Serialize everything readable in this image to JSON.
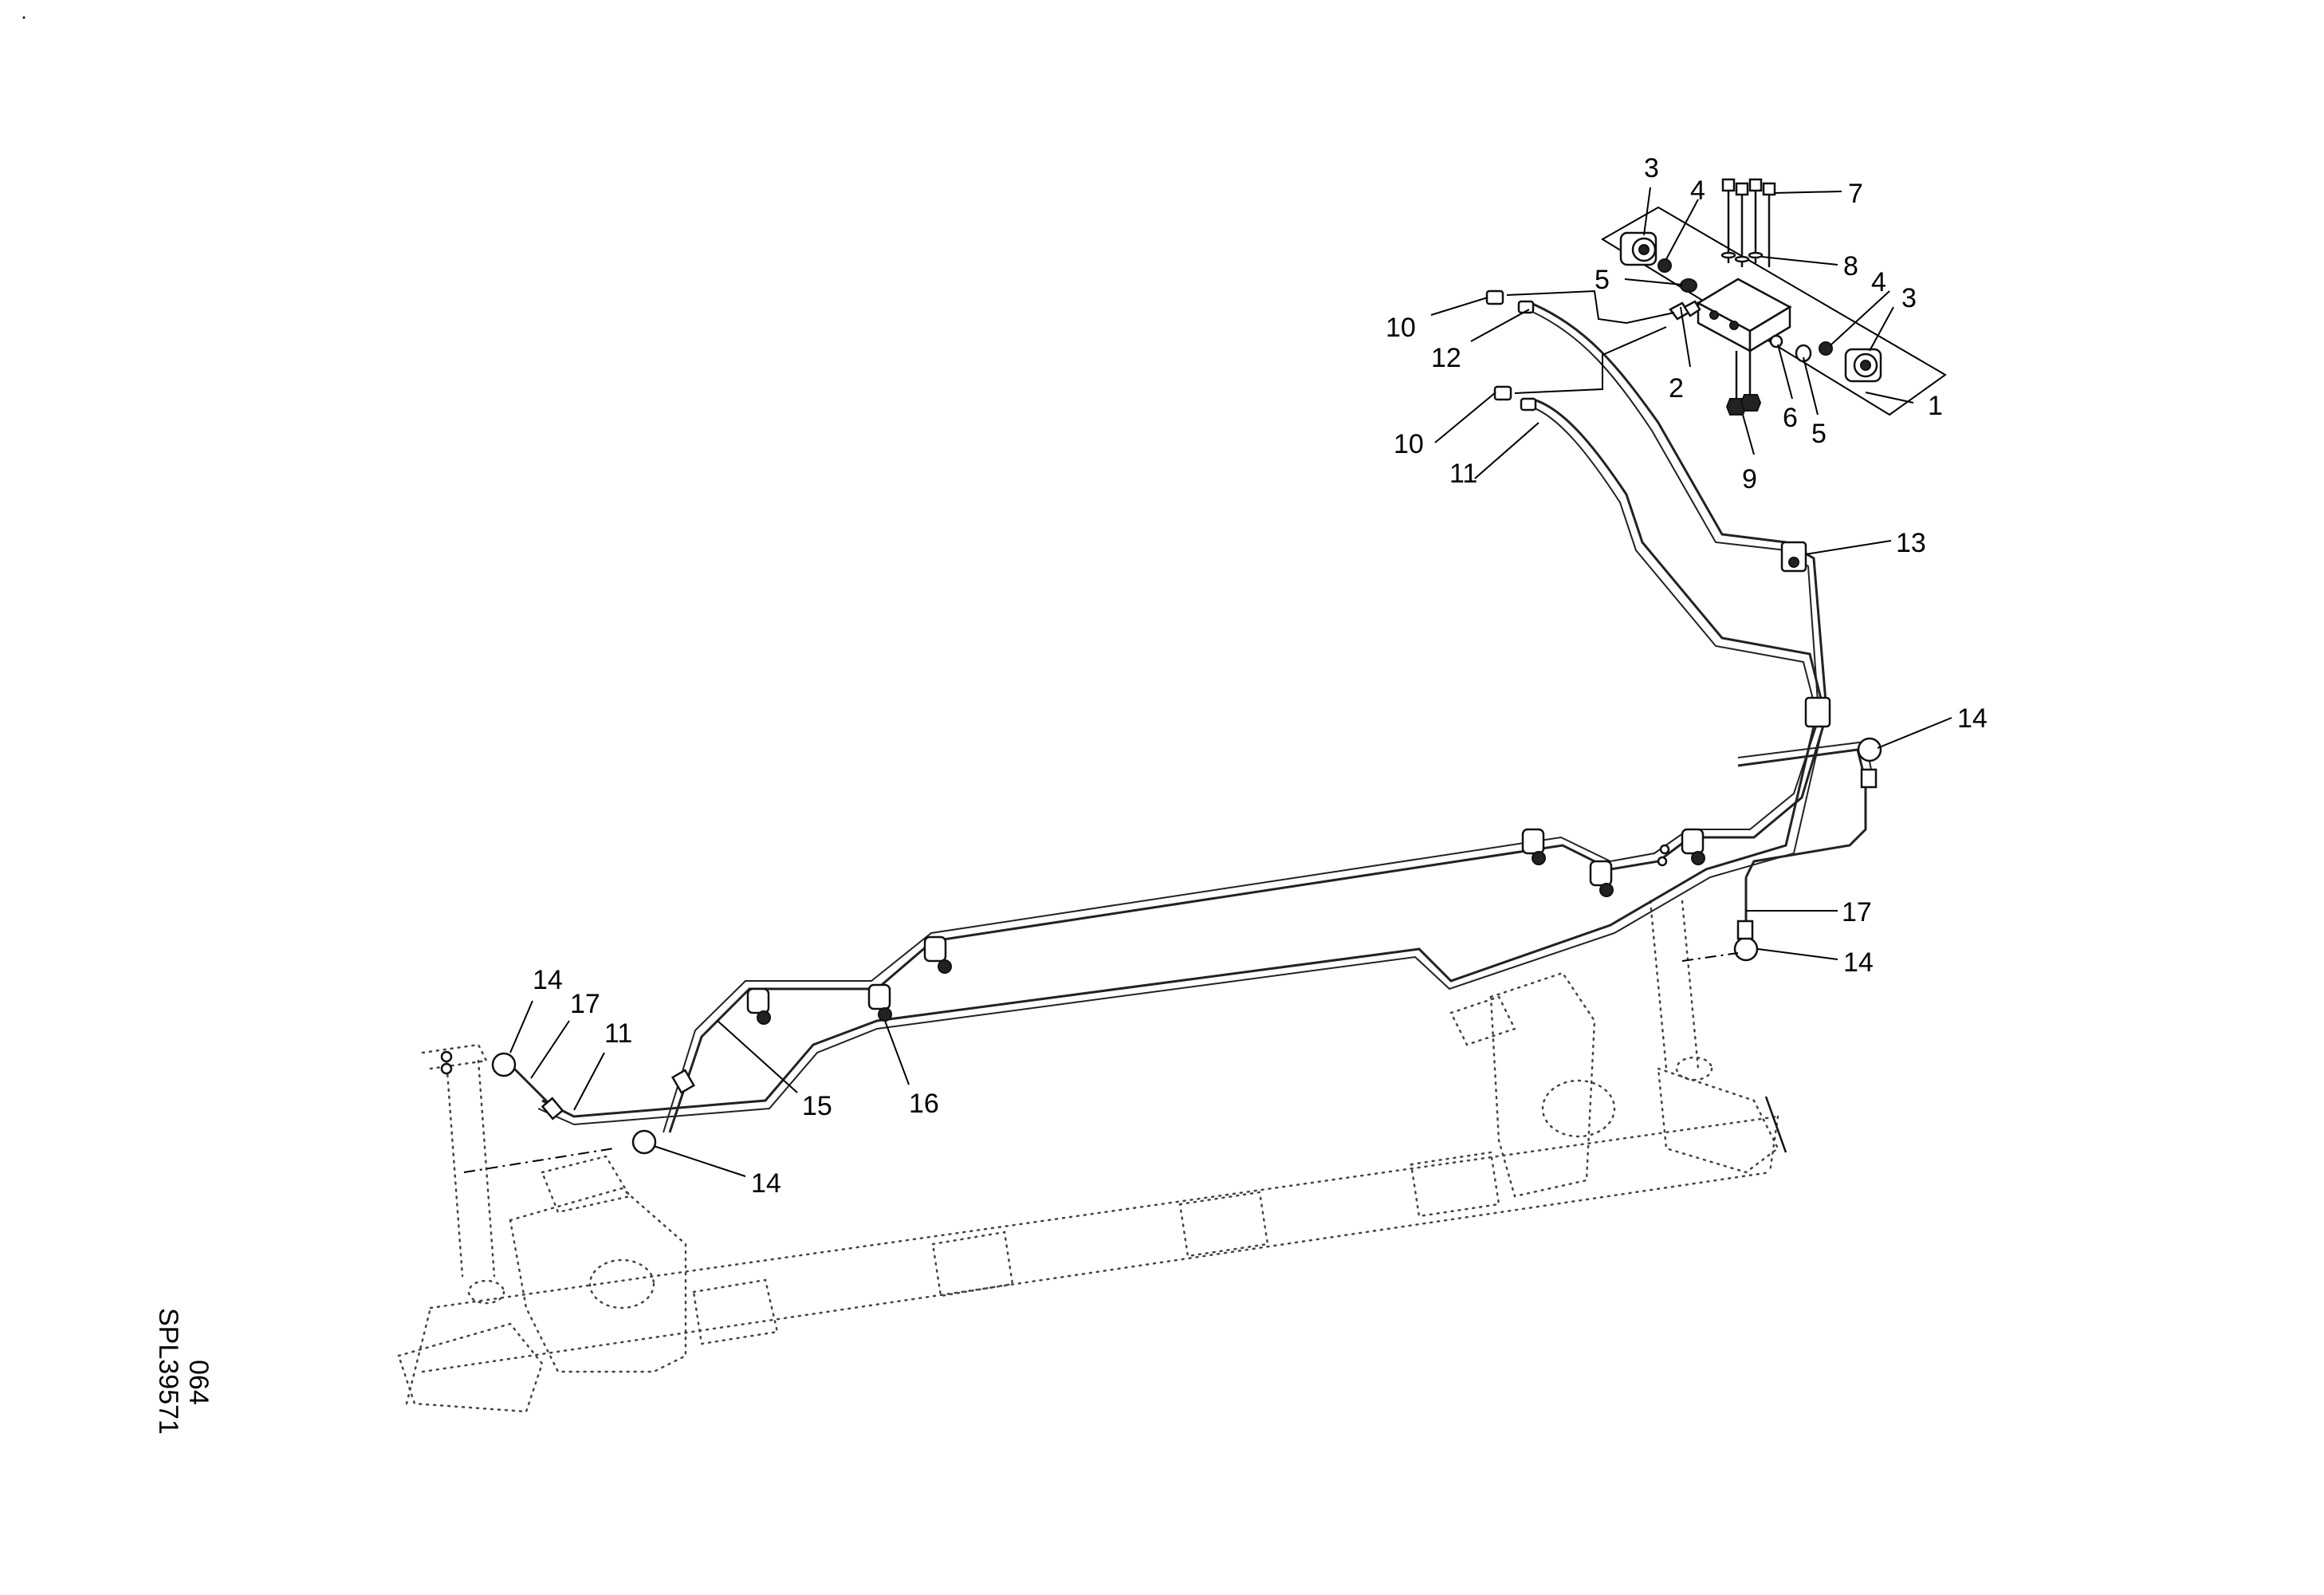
{
  "drawing": {
    "reference_number": "SPL39571",
    "reference_suffix": "064"
  },
  "callouts": [
    {
      "id": "c1",
      "label": "1"
    },
    {
      "id": "c2",
      "label": "2"
    },
    {
      "id": "c3a",
      "label": "3"
    },
    {
      "id": "c3b",
      "label": "3"
    },
    {
      "id": "c4a",
      "label": "4"
    },
    {
      "id": "c4b",
      "label": "4"
    },
    {
      "id": "c5a",
      "label": "5"
    },
    {
      "id": "c5b",
      "label": "5"
    },
    {
      "id": "c6",
      "label": "6"
    },
    {
      "id": "c7",
      "label": "7"
    },
    {
      "id": "c8",
      "label": "8"
    },
    {
      "id": "c9",
      "label": "9"
    },
    {
      "id": "c10a",
      "label": "10"
    },
    {
      "id": "c10b",
      "label": "10"
    },
    {
      "id": "c11a",
      "label": "11"
    },
    {
      "id": "c11b",
      "label": "11"
    },
    {
      "id": "c12",
      "label": "12"
    },
    {
      "id": "c13",
      "label": "13"
    },
    {
      "id": "c14a",
      "label": "14"
    },
    {
      "id": "c14b",
      "label": "14"
    },
    {
      "id": "c14c",
      "label": "14"
    },
    {
      "id": "c14d",
      "label": "14"
    },
    {
      "id": "c15",
      "label": "15"
    },
    {
      "id": "c16",
      "label": "16"
    },
    {
      "id": "c17a",
      "label": "17"
    },
    {
      "id": "c17b",
      "label": "17"
    }
  ]
}
